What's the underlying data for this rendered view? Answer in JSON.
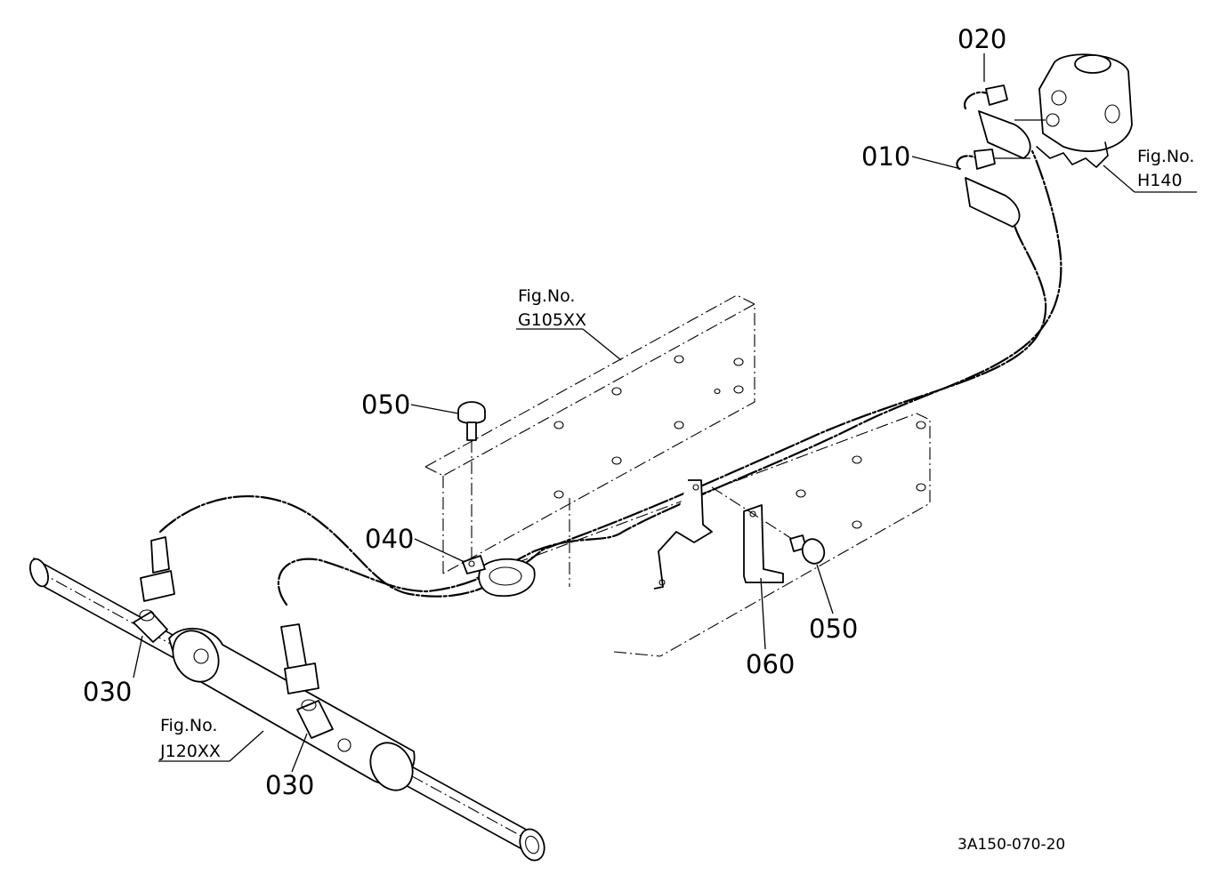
{
  "callouts": {
    "c010": "010",
    "c020": "020",
    "c030a": "030",
    "c030b": "030",
    "c040": "040",
    "c050a": "050",
    "c050b": "050",
    "c060": "060"
  },
  "figure_refs": {
    "fig_label": "Fig.No.",
    "h140": "H140",
    "g105xx": "G105XX",
    "j120xx": "J120XX"
  },
  "drawing_code": "3A150-070-20"
}
